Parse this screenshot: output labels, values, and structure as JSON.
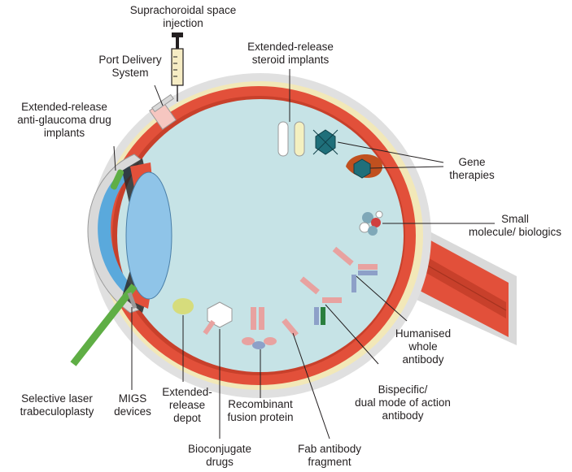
{
  "labels": {
    "suprachoroidal": [
      "Suprachoroidal space",
      "injection"
    ],
    "port_delivery": [
      "Port Delivery",
      "System"
    ],
    "steroid_implants": [
      "Extended-release",
      "steroid implants"
    ],
    "glaucoma_implants": [
      "Extended-release",
      "anti-glaucoma drug",
      "implants"
    ],
    "gene_therapies": [
      "Gene",
      "therapies"
    ],
    "small_molecule": [
      "Small",
      "molecule/ biologics"
    ],
    "humanised_antibody": [
      "Humanised",
      "whole",
      "antibody"
    ],
    "bispecific": [
      "Bispecific/",
      "dual mode of action",
      "antibody"
    ],
    "slt": [
      "Selective laser",
      "trabeculoplasty"
    ],
    "migs": [
      "MIGS",
      "devices"
    ],
    "depot": [
      "Extended-",
      "release",
      "depot"
    ],
    "recombinant": [
      "Recombinant",
      "fusion protein"
    ],
    "bioconjugate": [
      "Bioconjugate",
      "drugs"
    ],
    "fab": [
      "Fab antibody",
      "fragment"
    ]
  },
  "colors": {
    "vitreous": "#c6e3e6",
    "retina": "#e2503a",
    "sclera": "#e0e0e0",
    "choroid_yellow": "#f2e8b8",
    "lens": "#8fc4e8",
    "cornea": "#5aa9dc",
    "laser": "#5fae45",
    "gene_vector": "#1f6f7a",
    "antibody_red": "#e8a2a0",
    "antibody_blue": "#8da0c8"
  }
}
